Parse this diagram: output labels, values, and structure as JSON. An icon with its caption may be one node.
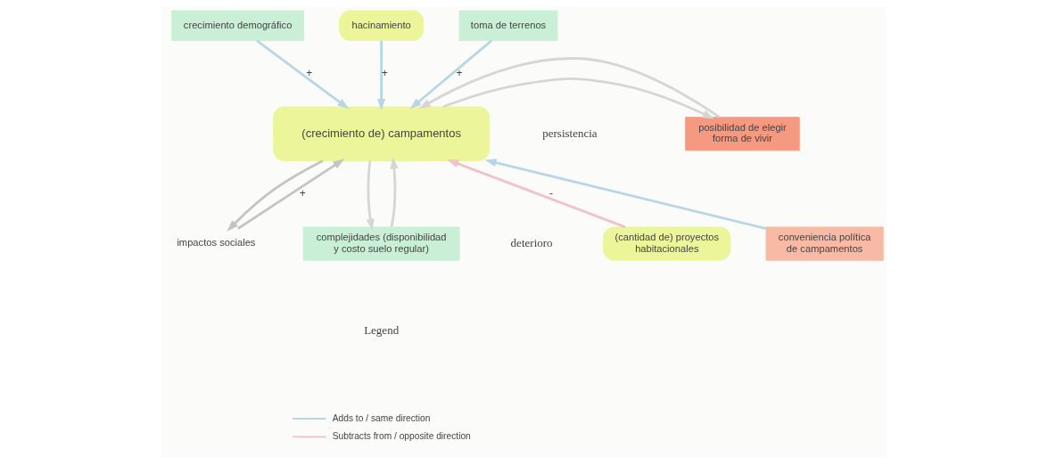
{
  "diagram": {
    "nodes": [
      {
        "text": [
          "crecimiento demográfico"
        ]
      },
      {
        "text": [
          "hacinamiento"
        ]
      },
      {
        "text": [
          "toma de terrenos"
        ]
      },
      {
        "text": [
          "(crecimiento de) campamentos"
        ]
      },
      {
        "text": [
          "posibilidad de elegir forma de vivir"
        ]
      },
      {
        "text": [
          "impactos sociales"
        ]
      },
      {
        "text": [
          "complejidades (disponibilidad y costo suelo regular)"
        ]
      },
      {
        "text": [
          "(cantidad de) proyectos habitacionales"
        ]
      },
      {
        "text": [
          "conveniencia política de campamentos"
        ]
      }
    ],
    "edges": [
      {
        "from": 0,
        "to": 3,
        "arrow": "to",
        "label": "+",
        "color": "#b9d6e4"
      },
      {
        "from": 1,
        "to": 3,
        "arrow": "to",
        "label": "+",
        "color": "#b9d6e4"
      },
      {
        "from": 2,
        "to": 3,
        "arrow": "to",
        "label": "+",
        "color": "#b9d6e4"
      },
      {
        "from": 3,
        "to": 4,
        "arrow": "to"
      },
      {
        "from": 4,
        "to": 3,
        "arrow": "to"
      },
      {
        "from": 3,
        "to": 5,
        "arrow": "to",
        "color": "#c4c4c4"
      },
      {
        "from": 5,
        "to": 3,
        "arrow": "to",
        "label": "+",
        "color": "#c4c4c4"
      },
      {
        "from": 6,
        "to": 3,
        "arrow": "to"
      },
      {
        "from": 3,
        "to": 6,
        "arrow": "to"
      },
      {
        "from": 7,
        "to": 3,
        "arrow": "to",
        "label": "-",
        "color": "#efc3c9"
      },
      {
        "from": 8,
        "to": 3,
        "arrow": "to",
        "color": "#b9d6e4"
      }
    ],
    "labels": [
      "persistencia",
      "deterioro",
      "Legend"
    ],
    "legend": [
      {
        "text": "Adds to / same direction"
      },
      {
        "text": "Subtracts from / opposite direction"
      }
    ]
  }
}
